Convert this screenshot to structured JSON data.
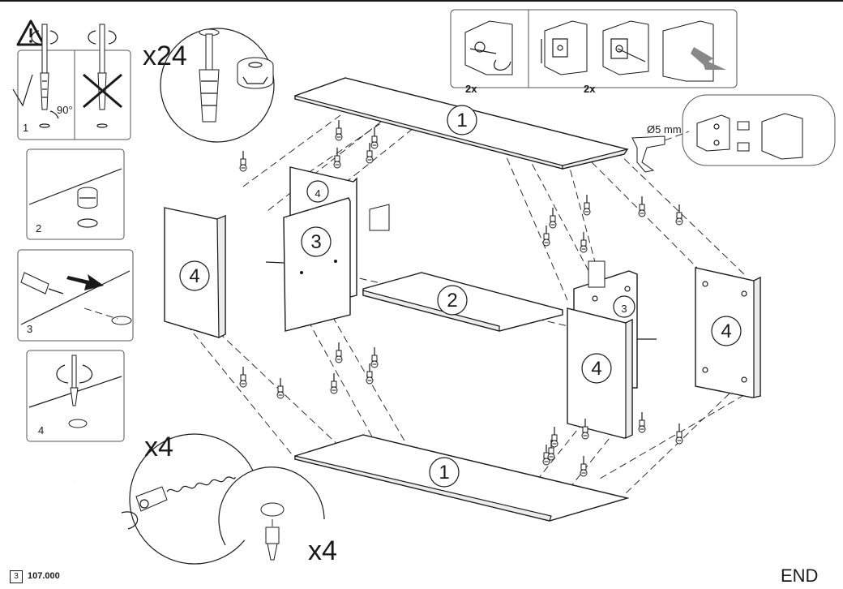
{
  "steps": {
    "s1": "1",
    "s1_angle": "90°",
    "s2": "2",
    "s3": "3",
    "s4": "4"
  },
  "quantities": {
    "cam_bolts": "x24",
    "bracket_pair_left": "2x",
    "bracket_pair_right": "2x",
    "wrench_screw": "x4",
    "feet": "x4"
  },
  "drill_spec": "Ø5 mm",
  "part_labels": {
    "top": "1",
    "bottom": "1",
    "shelf": "2",
    "left_divider": "3",
    "right_divider": "3",
    "left_inner_side": "4",
    "left_outer_side": "4",
    "right_inner_side": "4",
    "right_outer_side": "4"
  },
  "footer": {
    "page_number": "3",
    "doc_code": "107.000",
    "end": "END"
  },
  "icons": [
    "warning-icon",
    "check-mark-icon",
    "cross-out-icon",
    "rotate-arrow-icon",
    "screwdriver-icon",
    "drill-icon",
    "allen-key-icon",
    "push-arrow-icon"
  ]
}
